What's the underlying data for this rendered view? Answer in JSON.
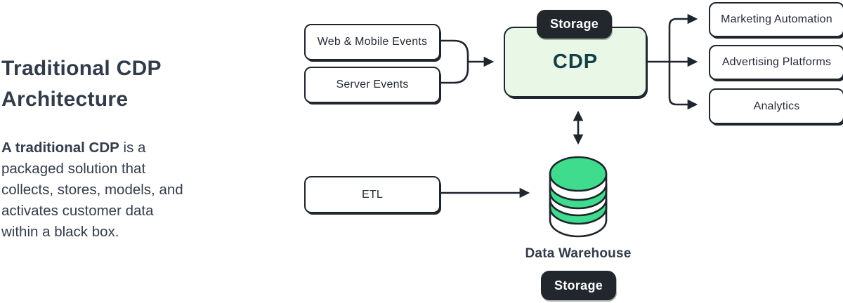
{
  "panel": {
    "title": "Traditional CDP Architecture",
    "description_bold": "A traditional CDP",
    "description_rest": " is a packaged solution that collects, stores, models, and activates customer data within a black box."
  },
  "sources": [
    {
      "label": "Web & Mobile Events"
    },
    {
      "label": "Server Events"
    }
  ],
  "cdp": {
    "label": "CDP",
    "storage_badge": "Storage"
  },
  "destinations": [
    {
      "label": "Marketing Automation"
    },
    {
      "label": "Advertising Platforms"
    },
    {
      "label": "Analytics"
    }
  ],
  "etl": {
    "label": "ETL"
  },
  "warehouse": {
    "label": "Data Warehouse",
    "storage_badge": "Storage",
    "icon": "database-icon"
  },
  "colors": {
    "ink": "#1e252c",
    "heading_text": "#313b49",
    "node_bg": "#ffffff",
    "cdp_bg": "#e9f7e6",
    "cdp_text": "#153f46",
    "badge_bg": "#22272d",
    "badge_text": "#ffffff",
    "accent_green": "#3edc8c"
  }
}
